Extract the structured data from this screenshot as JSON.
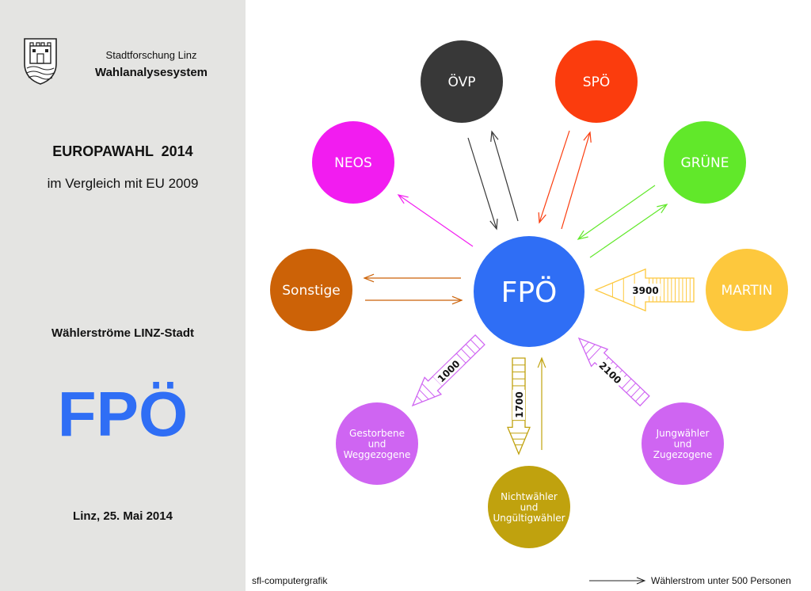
{
  "sidebar": {
    "org": "Stadtforschung Linz",
    "system": "Wahlanalysesystem",
    "election": "EUROPAWAHL  2014",
    "comparison": "im Vergleich mit EU 2009",
    "subtitle": "Wählerströme LINZ-Stadt",
    "party": "FPÖ",
    "party_color": "#2f6ef5",
    "date": "Linz, 25. Mai 2014"
  },
  "center": {
    "label": "FPÖ",
    "color": "#2f6ef5"
  },
  "parties": [
    {
      "id": "oevp",
      "label": "ÖVP",
      "color": "#383838"
    },
    {
      "id": "spoe",
      "label": "SPÖ",
      "color": "#fb3c0d"
    },
    {
      "id": "gruene",
      "label": "GRÜNE",
      "color": "#61e82a"
    },
    {
      "id": "martin",
      "label": "MARTIN",
      "color": "#fdc83d"
    },
    {
      "id": "neos",
      "label": "NEOS",
      "color": "#f21cf0"
    },
    {
      "id": "sonstige",
      "label": "Sonstige",
      "color": "#cc6207"
    }
  ],
  "groups": [
    {
      "id": "gestorbene",
      "lines": [
        "Gestorbene",
        "und",
        "Weggezogene"
      ],
      "color": "#cf65f2"
    },
    {
      "id": "nichtwaehler",
      "lines": [
        "Nichtwähler",
        "und",
        "Ungültigwähler"
      ],
      "color": "#c0a20e"
    },
    {
      "id": "jungwaehler",
      "lines": [
        "Jungwähler",
        "und",
        "Zugezogene"
      ],
      "color": "#cf65f2"
    }
  ],
  "flows": [
    {
      "id": "martin",
      "value": "3900",
      "color": "#fdc83d"
    },
    {
      "id": "jungwaehler",
      "value": "2100",
      "color": "#cf65f2"
    },
    {
      "id": "nichtwaehler",
      "value": "1700",
      "color": "#c0a20e"
    },
    {
      "id": "gestorbene",
      "value": "1000",
      "color": "#cf65f2"
    }
  ],
  "footer": {
    "credit": "sfl-computergrafik",
    "legend": "Wählerstrom unter 500 Personen"
  }
}
